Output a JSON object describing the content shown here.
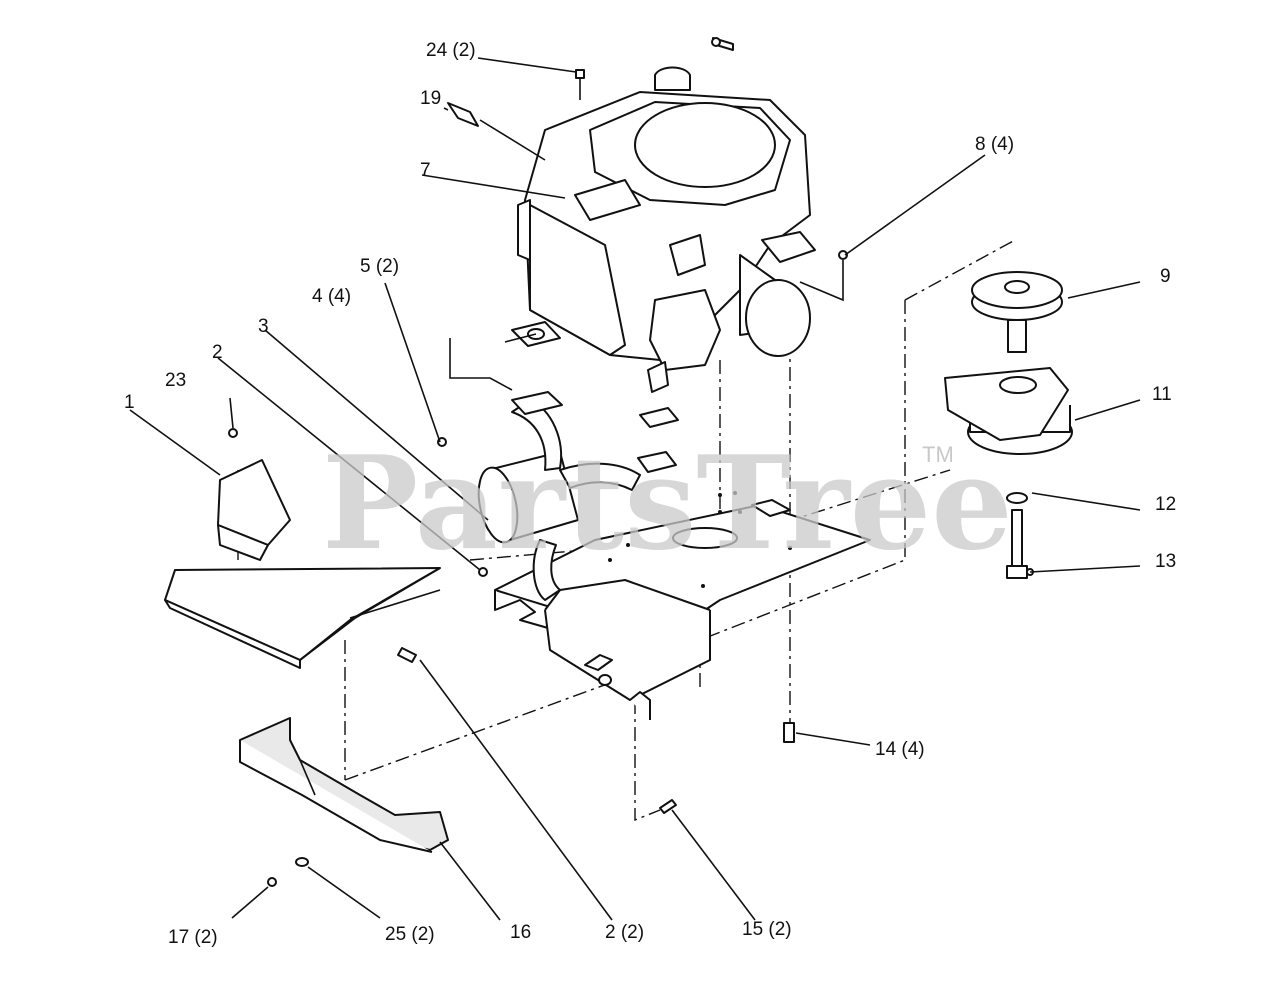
{
  "watermark": {
    "text": "PartsTree",
    "trademark": "TM"
  },
  "callouts": {
    "c1": "1",
    "c2": "2",
    "c2b": "2 (2)",
    "c3": "3",
    "c4": "4 (4)",
    "c5": "5 (2)",
    "c7": "7",
    "c8": "8 (4)",
    "c9": "9",
    "c11": "11",
    "c12": "12",
    "c13": "13",
    "c14": "14 (4)",
    "c15": "15 (2)",
    "c16": "16",
    "c17": "17 (2)",
    "c19": "19",
    "c23": "23",
    "c24": "24 (2)",
    "c25": "25 (2)"
  }
}
